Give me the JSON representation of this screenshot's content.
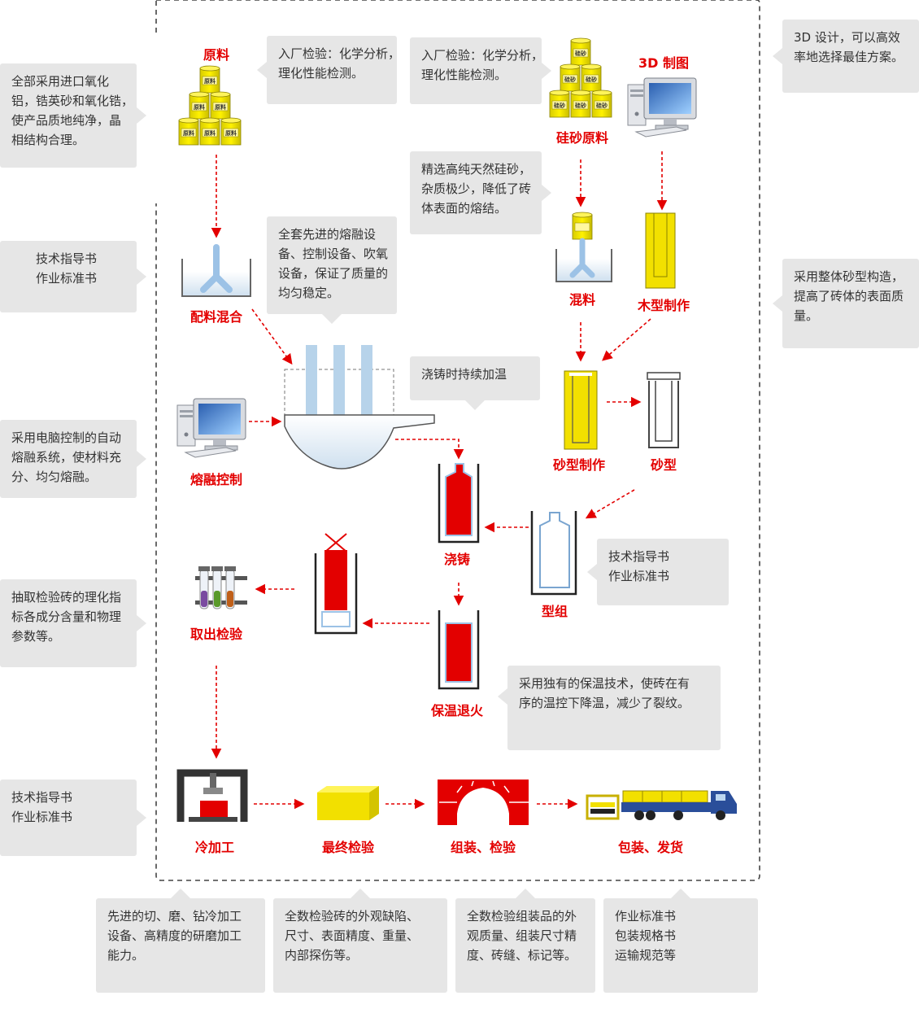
{
  "colors": {
    "accent": "#e30000",
    "note_bg": "#e6e6e6",
    "sand": "#f2e000",
    "glass": "#b7d3ea",
    "dash_border": "#444444"
  },
  "icons": [
    "material-can-stack-icon",
    "computer-icon",
    "mixing-tank-icon",
    "furnace-icon",
    "mold-icon",
    "test-tubes-icon",
    "press-icon",
    "brick-icon",
    "arch-icon",
    "truck-icon"
  ],
  "can_label_raw": "原料",
  "can_label_silica": "硅砂",
  "steps": {
    "raw_material": "原料",
    "mix": "配料混合",
    "melt_control": "熔融控制",
    "silica_raw": "硅砂原料",
    "blend": "混料",
    "design_3d": "3D 制图",
    "wood_model": "木型制作",
    "sand_mold_make": "砂型制作",
    "sand_mold": "砂型",
    "mold_assembly": "型组",
    "pouring": "浇铸",
    "annealing": "保温退火",
    "sampling": "取出检验",
    "cold_working": "冷加工",
    "final_check": "最终检验",
    "assembly_check": "组装、检验",
    "shipping": "包装、发货"
  },
  "notes": {
    "left_1": [
      "全部采用进口氧化",
      "铝，锆英砂和氧化锆，",
      "使产品质地纯净，晶",
      "相结构合理。"
    ],
    "left_2": [
      "技术指导书",
      "作业标准书"
    ],
    "left_3": [
      "采用电脑控制的自动",
      "熔融系统，使材料充",
      "分、均匀熔融。"
    ],
    "left_4": [
      "抽取检验砖的理化指",
      "标各成分含量和物理",
      "参数等。"
    ],
    "left_5": [
      "技术指导书",
      "作业标准书"
    ],
    "in_raw_check": [
      "入厂检验：化学分析，",
      "理化性能检测。"
    ],
    "in_silica_check": [
      "入厂检验：化学分析，",
      "理化性能检测。"
    ],
    "in_silica_select": [
      "精选高纯天然硅砂，",
      "杂质极少，降低了砖",
      "体表面的熔结。"
    ],
    "in_melt_equipment": [
      "全套先进的熔融设",
      "备、控制设备、吹氧",
      "设备，保证了质量的",
      "均匀稳定。"
    ],
    "in_pour_heat": [
      "浇铸时持续加温"
    ],
    "in_mold_guide": [
      "技术指导书",
      "作业标准书"
    ],
    "in_anneal": [
      "采用独有的保温技术，使砖在有",
      "序的温控下降温，减少了裂纹。"
    ],
    "right_1": [
      "3D 设计，可以高效",
      "率地选择最佳方案。"
    ],
    "right_2": [
      "采用整体砂型构造，",
      "提高了砖体的表面质",
      "量。"
    ],
    "bottom_1": [
      "先进的切、磨、钻冷加工",
      "设备、高精度的研磨加工",
      "能力。"
    ],
    "bottom_2": [
      "全数检验砖的外观缺陷、",
      "尺寸、表面精度、重量、",
      "内部探伤等。"
    ],
    "bottom_3": [
      "全数检验组装品的外",
      "观质量、组装尺寸精",
      "度、砖缝、标记等。"
    ],
    "bottom_4": [
      "作业标准书",
      "包装规格书",
      "运输规范等"
    ]
  }
}
